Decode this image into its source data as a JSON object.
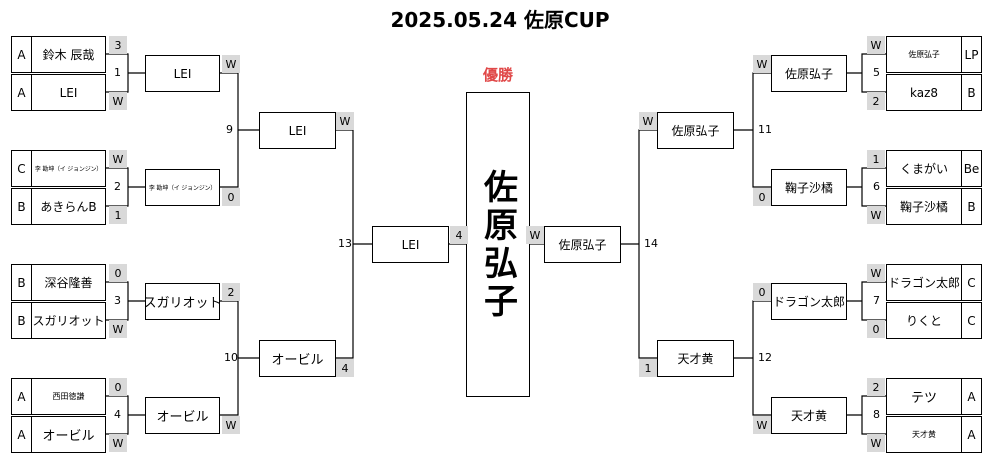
{
  "title": "2025.05.24 佐原CUP",
  "champion_label": "優勝",
  "champion_name": "佐原弘子",
  "left": {
    "r1": [
      {
        "seed_a": "A",
        "name_a": "鈴木 辰哉",
        "score_a": "3",
        "seed_b": "A",
        "name_b": "LEI",
        "score_b": "W",
        "match": "1",
        "winner": "LEI",
        "winner_tag": "W"
      },
      {
        "seed_a": "C",
        "name_a": "李 勘坤（イ ジョンジン）",
        "score_a": "W",
        "seed_b": "B",
        "name_b": "あきらんB",
        "score_b": "1",
        "match": "2",
        "winner": "李 勘坤（イ ジョンジン）",
        "winner_tag": "0"
      },
      {
        "seed_a": "B",
        "name_a": "深谷隆善",
        "score_a": "0",
        "seed_b": "B",
        "name_b": "スガリオット",
        "score_b": "W",
        "match": "3",
        "winner": "スガリオット",
        "winner_tag": "2"
      },
      {
        "seed_a": "A",
        "name_a": "西田徳謙",
        "score_a": "0",
        "seed_b": "A",
        "name_b": "オービル",
        "score_b": "W",
        "match": "4",
        "winner": "オービル",
        "winner_tag": "W"
      }
    ],
    "r2": [
      {
        "match": "9",
        "winner": "LEI",
        "winner_tag": "W"
      },
      {
        "match": "10",
        "winner": "オービル",
        "winner_tag": "4"
      }
    ],
    "r3": {
      "match": "13",
      "winner": "LEI",
      "winner_tag": "4"
    }
  },
  "right": {
    "r1": [
      {
        "seed_a": "LP",
        "name_a": "佐原弘子",
        "score_a": "W",
        "seed_b": "B",
        "name_b": "kaz8",
        "score_b": "2",
        "match": "5",
        "winner": "佐原弘子",
        "winner_tag": "W"
      },
      {
        "seed_a": "Be",
        "name_a": "くまがい",
        "score_a": "1",
        "seed_b": "B",
        "name_b": "鞠子沙橘",
        "score_b": "W",
        "match": "6",
        "winner": "鞠子沙橘",
        "winner_tag": "0"
      },
      {
        "seed_a": "C",
        "name_a": "ドラゴン太郎",
        "score_a": "W",
        "seed_b": "C",
        "name_b": "りくと",
        "score_b": "0",
        "match": "7",
        "winner": "ドラゴン太郎",
        "winner_tag": "0"
      },
      {
        "seed_a": "A",
        "name_a": "テツ",
        "score_a": "2",
        "seed_b": "A",
        "name_b": "天才黄",
        "score_b": "W",
        "match": "8",
        "winner": "天才黄",
        "winner_tag": "W"
      }
    ],
    "r2": [
      {
        "match": "11",
        "winner": "佐原弘子",
        "winner_tag": "W"
      },
      {
        "match": "12",
        "winner": "天才黄",
        "winner_tag": "1"
      }
    ],
    "r3": {
      "match": "14",
      "winner": "佐原弘子",
      "winner_tag": "W"
    }
  }
}
